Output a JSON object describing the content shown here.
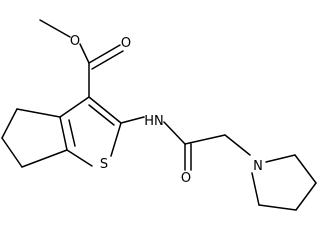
{
  "molecule": {
    "atoms": {
      "ester_carbonyl_O": "O",
      "ester_O": "O",
      "amide_NH": "HN",
      "thiophene_S": "S",
      "amide_carbonyl_O": "O",
      "pyrrolidine_N": "N"
    }
  }
}
